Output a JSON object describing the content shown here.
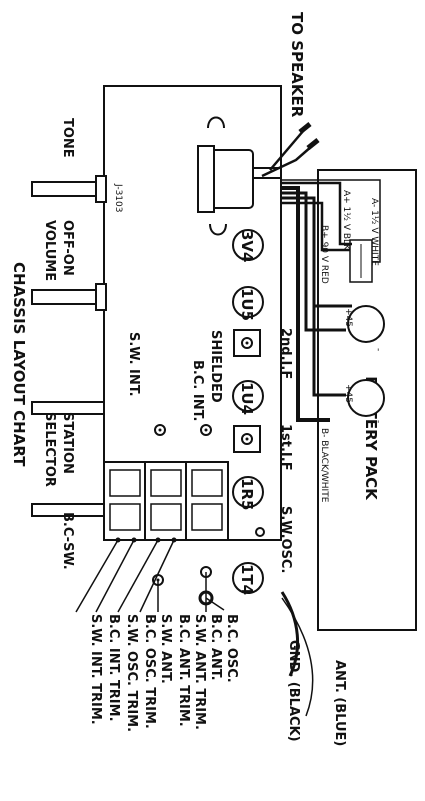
{
  "header": {
    "to_speaker": "TO SPEAKER"
  },
  "title": "CHASSIS LAYOUT CHART",
  "controls": {
    "tone": "TONE",
    "off_on_volume": [
      "OFF-ON",
      "VOLUME"
    ],
    "jack": "J-3103",
    "station_selector": [
      "STATION",
      "SELECTOR"
    ],
    "bc_sw": "B.C-SW."
  },
  "tubes": {
    "t3v4": "3V4",
    "t1u5": "1U5",
    "t1u4": "1U4",
    "t1r5": "1R5",
    "t1t4": "1T4"
  },
  "parts": {
    "if2": "2nd.I.F",
    "if1": "1st.I.F",
    "shielded": "SHIELDED",
    "bc_int": "B.C. INT.",
    "sw_int": "S.W. INT.",
    "sw_osc": "S.W.OSC."
  },
  "battery": {
    "pack_label": "BATTERY PACK",
    "a_white": "A- 1½ V WHITE",
    "a_plus": "A+ 1½ V BLK",
    "b_plus": "B+ 90 V RED",
    "b_minus": "B- BLACK/WHITE",
    "cell_plus": "+45",
    "cell_minus": "-"
  },
  "trims": [
    "B.C. OSC.",
    "B.C. ANT.",
    "S.W. ANT. TRIM.",
    "B.C. ANT. TRIM.",
    "S.W. ANT.",
    "B.C. OSC. TRIM.",
    "S.W. OSC. TRIM.",
    "B.C. INT. TRIM.",
    "S.W. INT. TRIM."
  ],
  "antenna": {
    "ant": "ANT. (BLUE)",
    "gnd": "GND. (BLACK)"
  }
}
